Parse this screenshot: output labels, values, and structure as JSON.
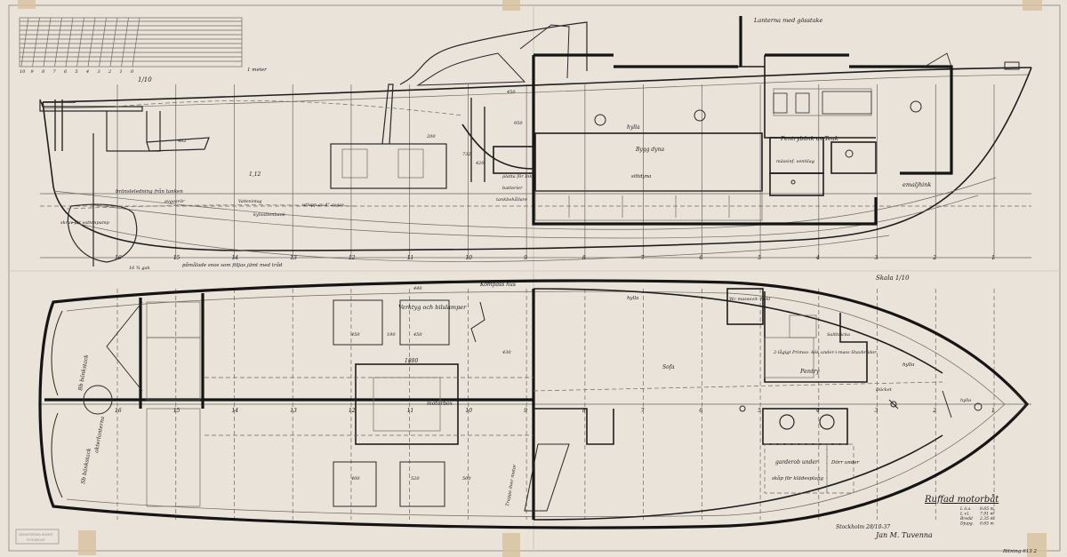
{
  "title_block": {
    "title": "Ruffad motorbåt",
    "specs": [
      {
        "label": "L ö.a.",
        "value": "8.65 m"
      },
      {
        "label": "L v.l.",
        "value": "7.91 m"
      },
      {
        "label": "Bredd",
        "value": "2.35 m"
      },
      {
        "label": "Djupg.",
        "value": "0.65 m"
      }
    ],
    "place_date": "Stockholm 28/10-37",
    "signature": "Jan M. Tuvenna",
    "drawing_no": "Ritning 613 2"
  },
  "scale": {
    "top_label": "1/10",
    "plan_label": "Skala 1/10",
    "ruler_numbers": [
      "10",
      "9",
      "8",
      "7",
      "6",
      "5",
      "4",
      "3",
      "2",
      "1",
      "0"
    ],
    "ruler_unit": "1 meter"
  },
  "profile": {
    "station_numbers": [
      "16",
      "15",
      "14",
      "13",
      "12",
      "11",
      "10",
      "9",
      "8",
      "7",
      "6",
      "5",
      "4",
      "3",
      "2",
      "1"
    ],
    "labels": {
      "lantern": "Lanterna med gösstake",
      "shelf": "hylla",
      "bunk": "Bygg dyna",
      "pantry": "Pentrybänk av Teak",
      "mess": "mässinf. ventilag",
      "enamel": "emaljhink",
      "sill": "sittdyna",
      "platt": "platta för Ink.",
      "battery": "batterier",
      "tank": "tankbehållare",
      "fuel_line": "bränsleledning från tanken",
      "exhaust": "avgasrör",
      "exhaust2": "utlopp av 4\" avgas",
      "cooling": "kylvattenbank",
      "cooling2": "Vattenintag",
      "prop": "skruv för vattenpump",
      "bottom_note": "påmålade snos som följas jämt med tråd",
      "dim_450": "450",
      "dim_950": "950",
      "dim_732": "732",
      "dim_420": "420",
      "dim_462": "462",
      "dim_1172": "1,12",
      "dim_200": "200",
      "dim_p": "16 ¾ gak"
    }
  },
  "plan": {
    "station_numbers": [
      "16",
      "15",
      "14",
      "13",
      "12",
      "11",
      "10",
      "9",
      "8",
      "7",
      "6",
      "5",
      "4",
      "3",
      "2",
      "1"
    ],
    "labels": {
      "compass": "Kompass hus",
      "chart": "Verktyg och bilslamper",
      "bb_bench": "Bb bänkstack",
      "sb_bench": "Sb bänkstack",
      "stern_light": "akterlanterna",
      "motor": "motorbox",
      "shelf1": "hylla",
      "shelf2": "hylla",
      "shelf3": "hylla",
      "sofa": "Sofa",
      "wc": "Wc massavit- fläkt",
      "pentry": "Pentry",
      "primus": "2-lågigt Primus- kök under-i-mass Stavbrädor",
      "zaltbrick": "Saltbricka",
      "deck": "Däcket",
      "stove": "garderob under",
      "lazy": "Dörr under",
      "skaf": "skåp för klädesplagg",
      "dim_1880": "1880",
      "dim_450a": "450",
      "dim_450b": "450",
      "dim_190": "190",
      "dim_400": "400",
      "dim_500": "500",
      "dim_430": "430",
      "dim_520": "520",
      "dim_440": "440",
      "note_trappa": "Trappa över motor"
    }
  },
  "stamp": {
    "line1": "SJÖHISTORISKA MUSEET",
    "line2": "STOCKHOLM"
  }
}
